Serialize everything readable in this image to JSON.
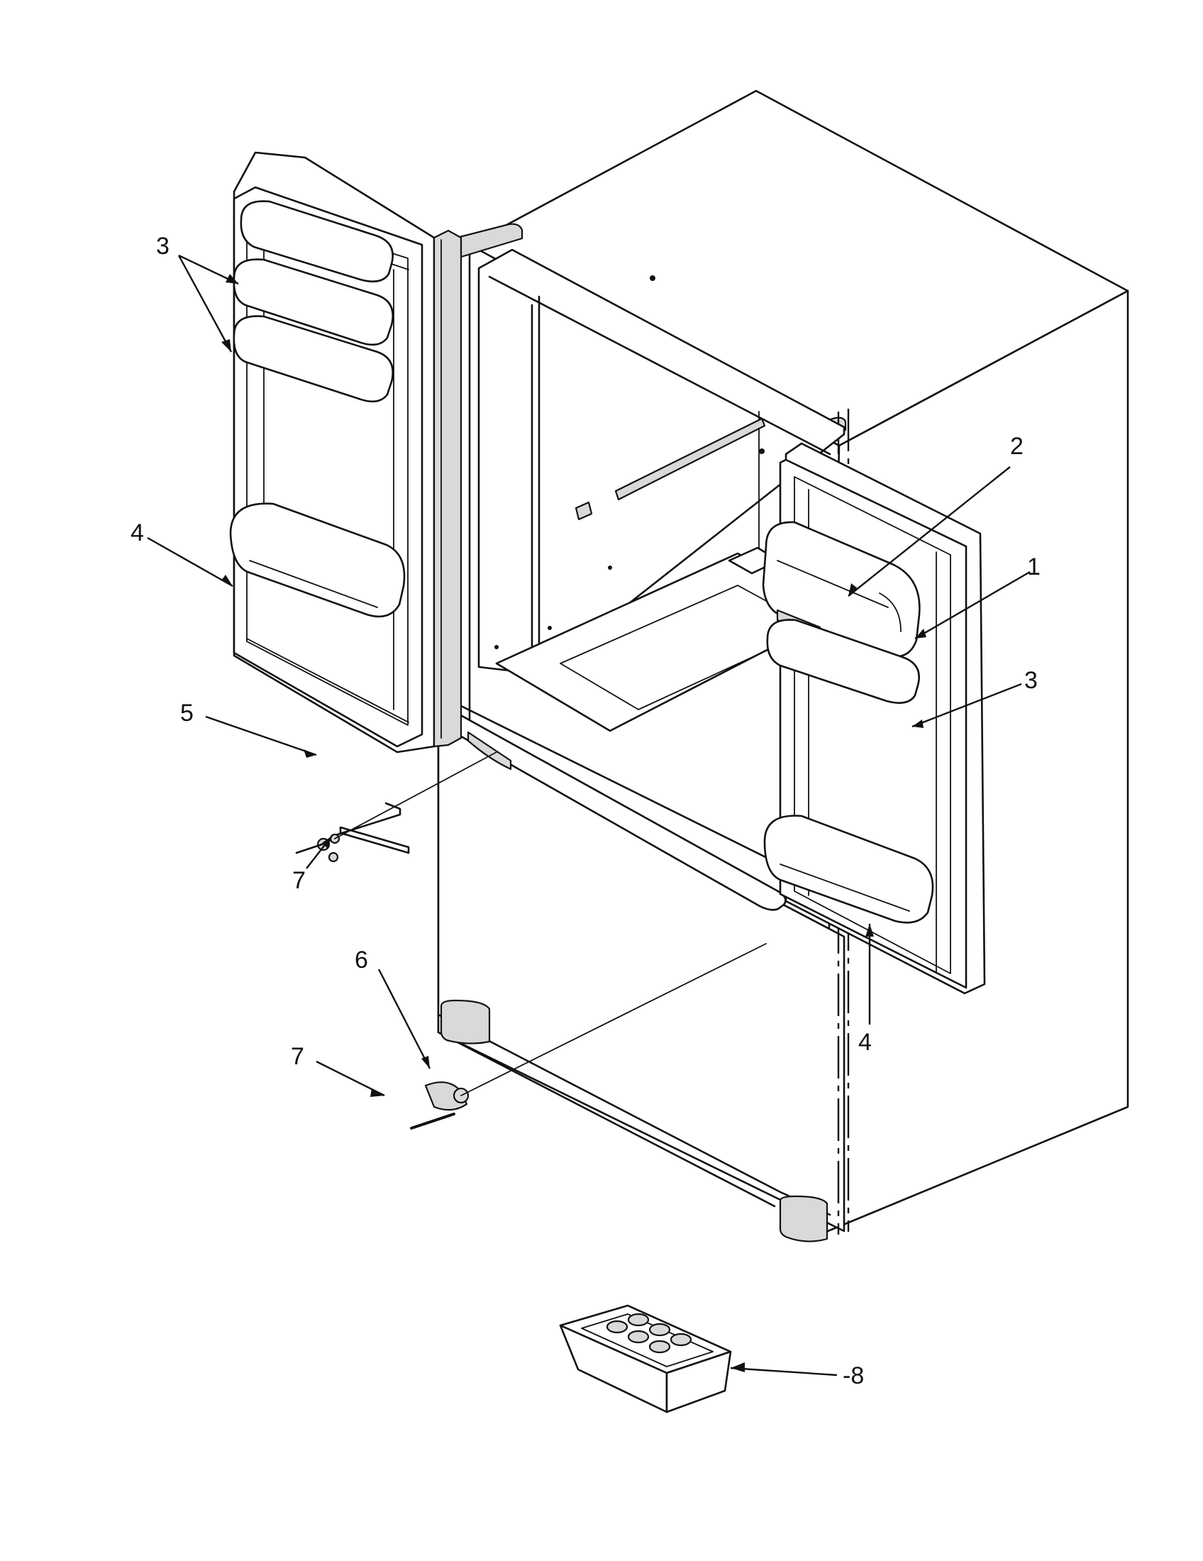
{
  "callouts": [
    {
      "id": "c1",
      "text": "1"
    },
    {
      "id": "c2",
      "text": "2"
    },
    {
      "id": "c3a",
      "text": "3"
    },
    {
      "id": "c3b",
      "text": "3"
    },
    {
      "id": "c4a",
      "text": "4"
    },
    {
      "id": "c4b",
      "text": "4"
    },
    {
      "id": "c5",
      "text": "5"
    },
    {
      "id": "c6",
      "text": "6"
    },
    {
      "id": "c7a",
      "text": "7"
    },
    {
      "id": "c7b",
      "text": "7"
    },
    {
      "id": "c8",
      "text": "-8"
    }
  ]
}
